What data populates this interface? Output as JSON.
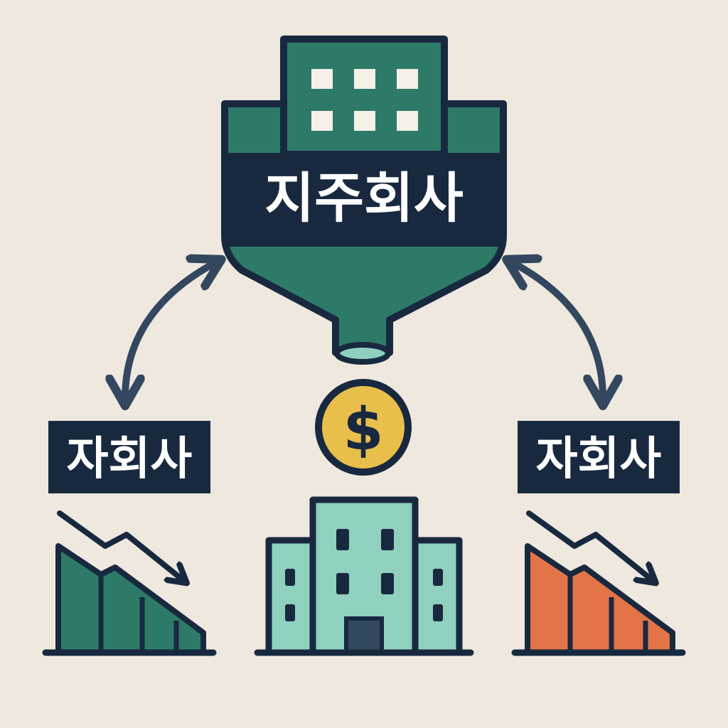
{
  "colors": {
    "background": "#efe8de",
    "navy": "#18293f",
    "dark_green": "#2d7a68",
    "light_teal": "#8fd0bf",
    "orange": "#e27448",
    "gold": "#e8bf4a",
    "arrow": "#33475f"
  },
  "holding_company": {
    "label": "지주회사"
  },
  "money": {
    "symbol": "$"
  },
  "subsidiaries": [
    {
      "label": "자회사",
      "trend": "down"
    },
    {
      "label": "자회사",
      "trend": "down"
    }
  ],
  "icons": {
    "funnel": "funnel-building-icon",
    "coin": "dollar-coin-icon",
    "office": "office-building-icon",
    "left_chart": "declining-bar-chart-icon",
    "right_chart": "declining-bar-chart-icon",
    "left_arrow": "bidirectional-curved-arrow-icon",
    "right_arrow": "bidirectional-curved-arrow-icon"
  }
}
